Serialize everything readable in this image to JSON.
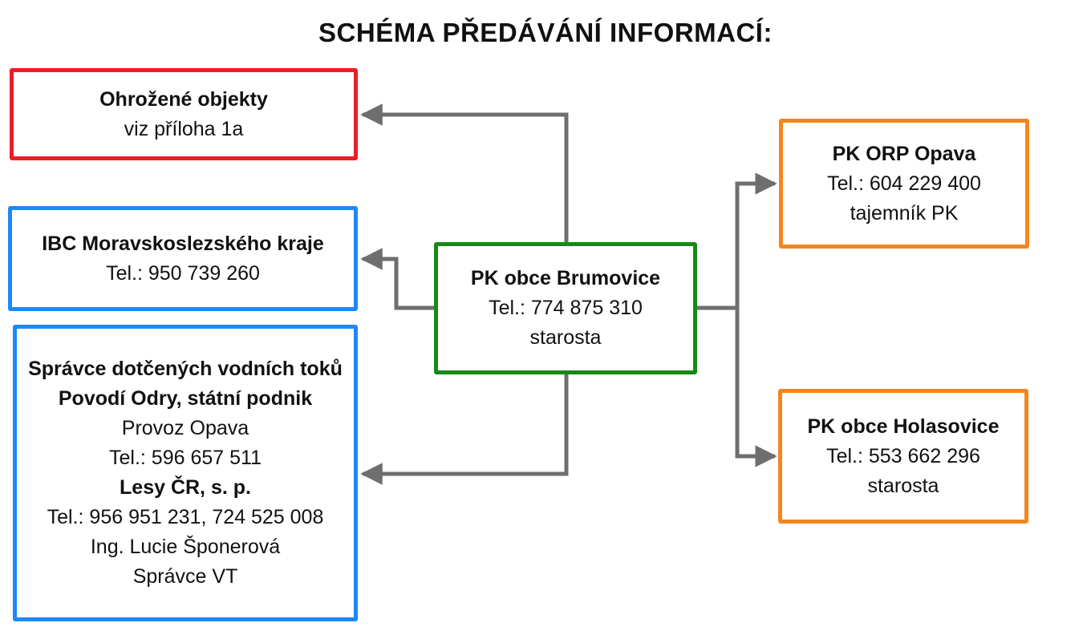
{
  "title": "SCHÉMA PŘEDÁVÁNÍ INFORMACÍ:",
  "colors": {
    "red": "#ee1c25",
    "blue": "#1e88f5",
    "green": "#168a16",
    "orange": "#f5861f",
    "connector": "#6e6e6e"
  },
  "nodes": {
    "ohrozene": {
      "name": "Ohrožené objekty",
      "detail": "viz příloha 1a"
    },
    "ibc": {
      "name": "IBC Moravskoslezského kraje",
      "phone": "Tel.: 950 739 260"
    },
    "spravce": {
      "heading": "Správce dotčených vodních toků",
      "org1": "Povodí Odry, státní podnik",
      "org1_unit": "Provoz Opava",
      "org1_phone": "Tel.: 596 657 511",
      "org2": "Lesy ČR, s. p.",
      "org2_phone": "Tel.: 956 951 231, 724 525 008",
      "org2_person": "Ing. Lucie Šponerová",
      "org2_role": "Správce VT"
    },
    "brumovice": {
      "name": "PK obce Brumovice",
      "phone": "Tel.: 774 875 310",
      "role": "starosta"
    },
    "orp": {
      "name": "PK ORP Opava",
      "phone": "Tel.: 604 229 400",
      "role": "tajemník PK"
    },
    "holasovice": {
      "name": "PK obce Holasovice",
      "phone": "Tel.: 553 662 296",
      "role": "starosta"
    }
  }
}
